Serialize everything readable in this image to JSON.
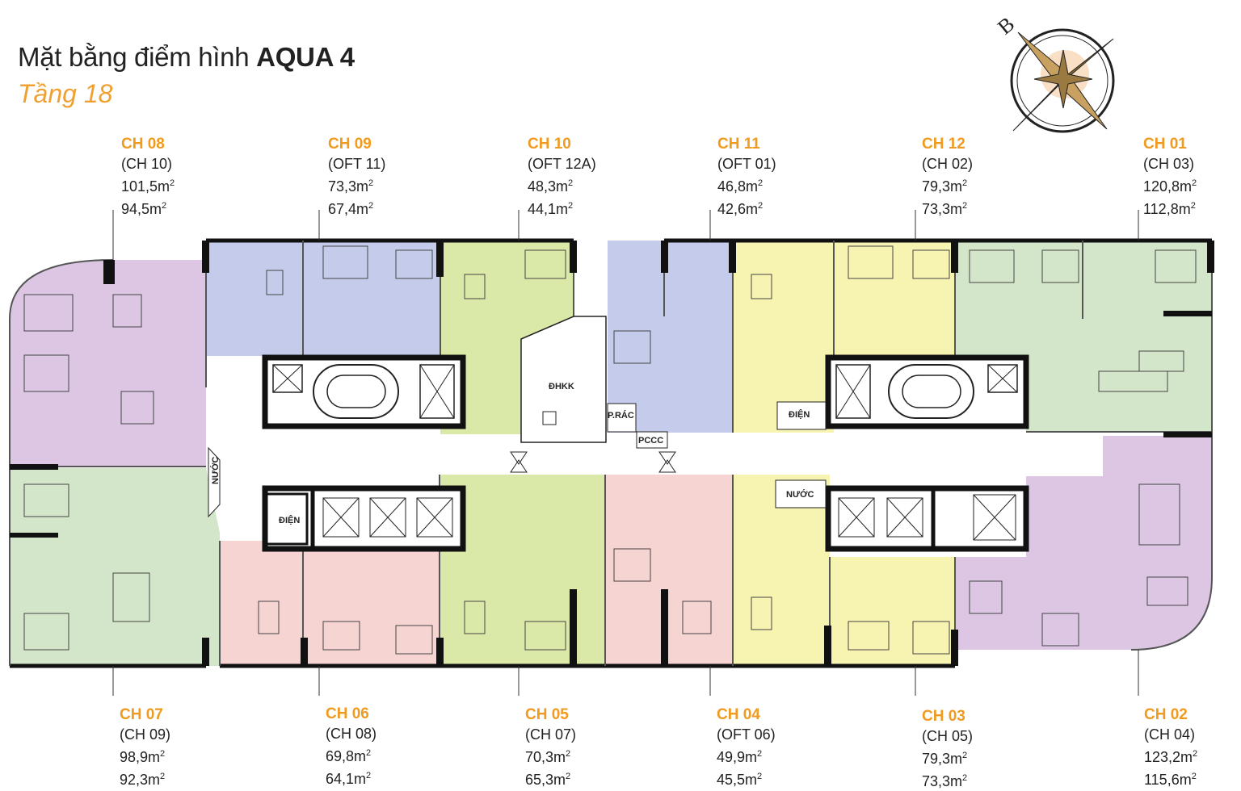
{
  "header": {
    "title_prefix": "Mặt bằng điểm hình ",
    "title_bold": "AQUA 4",
    "subtitle": "Tầng 18"
  },
  "compass": {
    "north_letter": "B",
    "icon": "compass-rose-icon"
  },
  "rooms": {
    "dhkk": "ĐHKK",
    "prac": "P.RÁC",
    "pccc": "PCCC",
    "dien_right": "ĐIỆN",
    "dien_left": "ĐIỆN",
    "nuoc_left": "NƯỚC",
    "nuoc_right": "NƯỚC"
  },
  "units_top": [
    {
      "code": "CH 08",
      "alt": "(CH 10)",
      "area1": "101,5m",
      "area2": "94,5m"
    },
    {
      "code": "CH 09",
      "alt": "(OFT 11)",
      "area1": "73,3m",
      "area2": "67,4m"
    },
    {
      "code": "CH 10",
      "alt": "(OFT 12A)",
      "area1": "48,3m",
      "area2": "44,1m"
    },
    {
      "code": "CH 11",
      "alt": "(OFT 01)",
      "area1": "46,8m",
      "area2": "42,6m"
    },
    {
      "code": "CH 12",
      "alt": "(CH 02)",
      "area1": "79,3m",
      "area2": "73,3m"
    },
    {
      "code": "CH 01",
      "alt": "(CH 03)",
      "area1": "120,8m",
      "area2": "112,8m"
    }
  ],
  "units_bottom": [
    {
      "code": "CH 07",
      "alt": "(CH 09)",
      "area1": "98,9m",
      "area2": "92,3m"
    },
    {
      "code": "CH 06",
      "alt": "(CH 08)",
      "area1": "69,8m",
      "area2": "64,1m"
    },
    {
      "code": "CH 05",
      "alt": "(CH 07)",
      "area1": "70,3m",
      "area2": "65,3m"
    },
    {
      "code": "CH 04",
      "alt": "(OFT 06)",
      "area1": "49,9m",
      "area2": "45,5m"
    },
    {
      "code": "CH 03",
      "alt": "(CH 05)",
      "area1": "79,3m",
      "area2": "73,3m"
    },
    {
      "code": "CH 02",
      "alt": "(CH 04)",
      "area1": "123,2m",
      "area2": "115,6m"
    }
  ],
  "colors": {
    "purple": "#dcc6e3",
    "blue": "#c5cbeb",
    "lime": "#dbe9a8",
    "yellow": "#f7f3b0",
    "green": "#d3e6c9",
    "pink": "#f6d4d2",
    "accent": "#f09a20",
    "wall": "#111111"
  }
}
